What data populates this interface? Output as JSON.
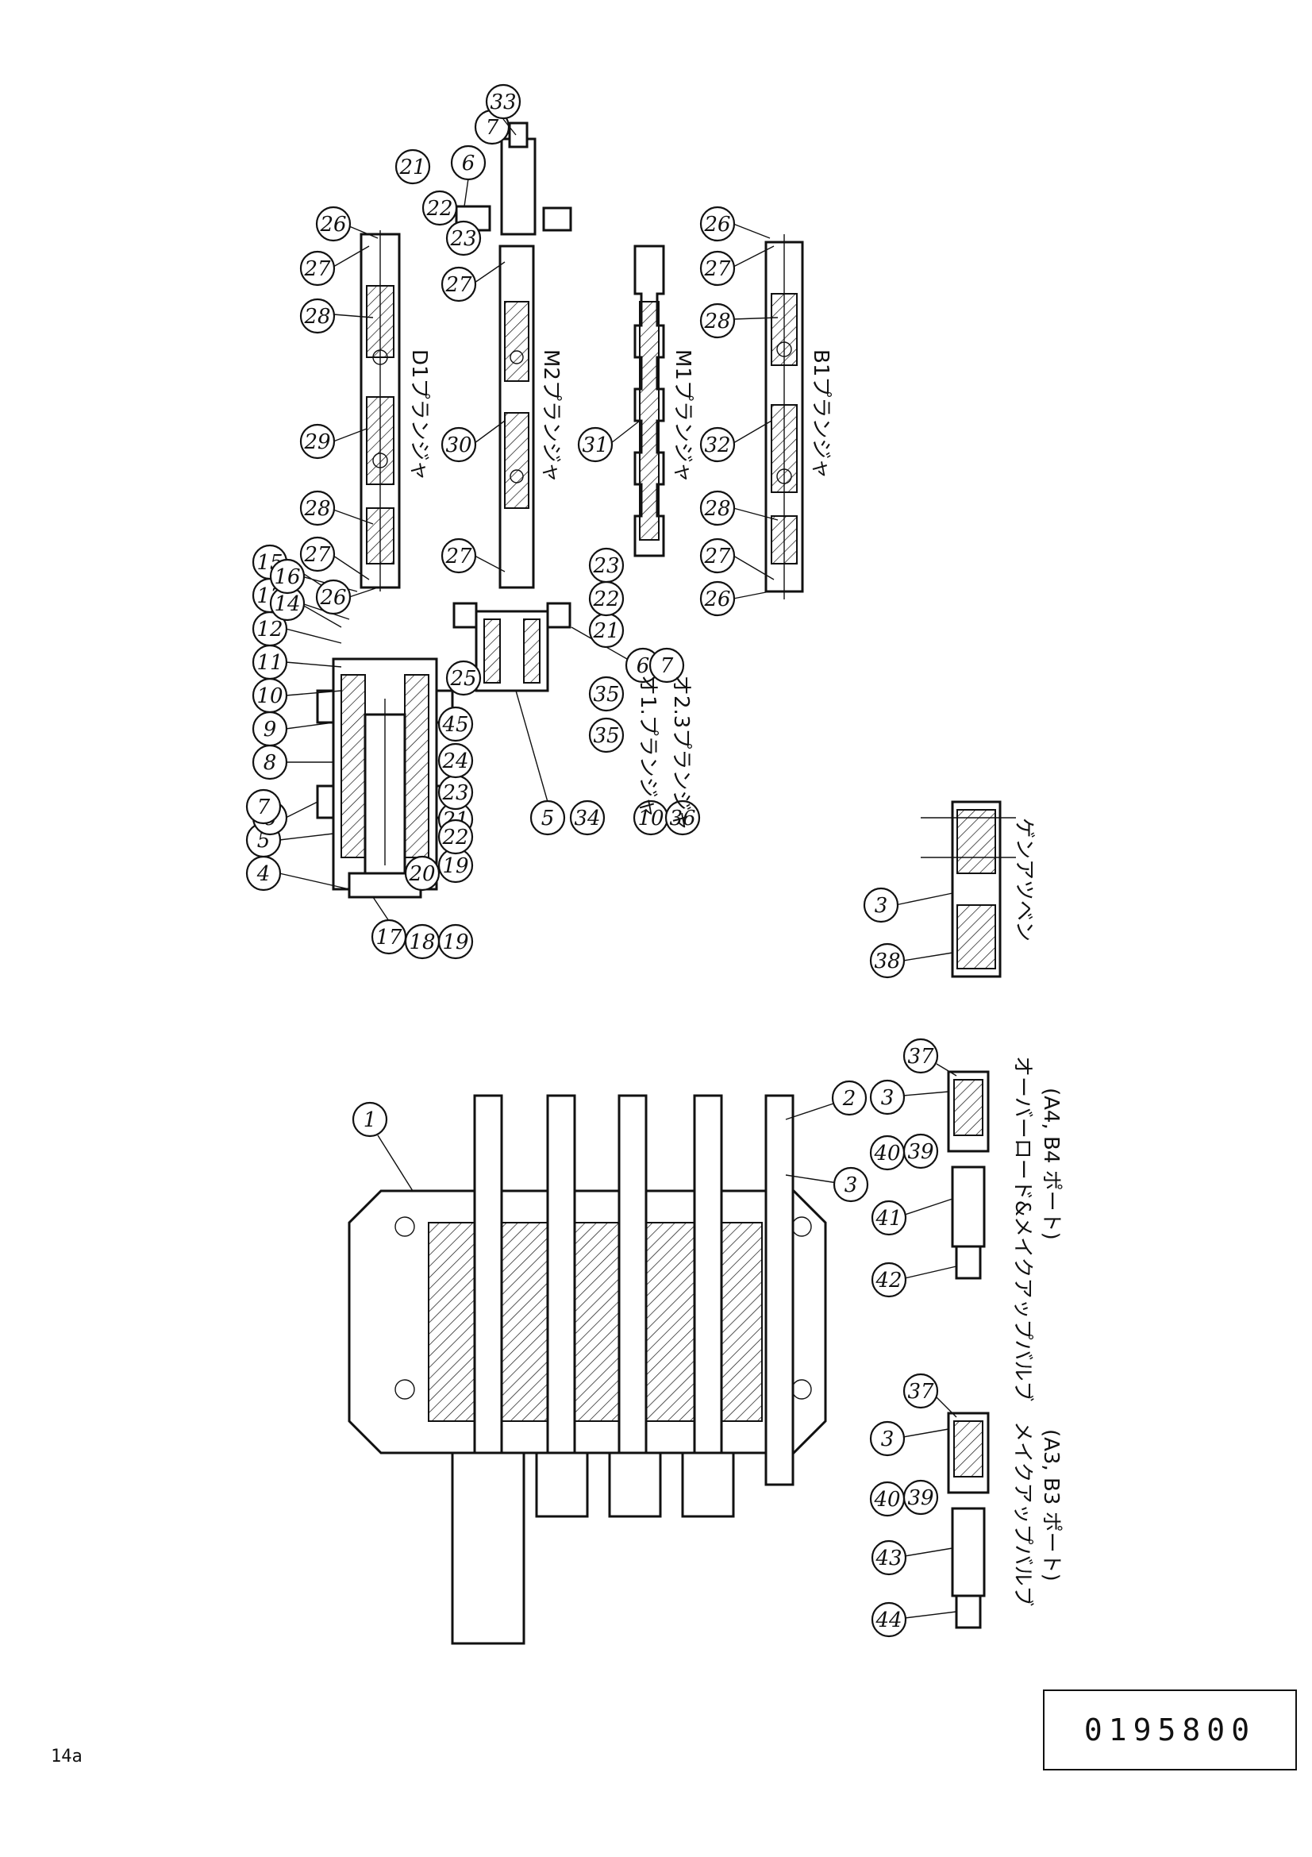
{
  "document_number": "0195800",
  "page_number": "14a",
  "part_callouts": [
    "1",
    "2",
    "3",
    "4",
    "5",
    "6",
    "7",
    "8",
    "9",
    "10",
    "11",
    "12",
    "13",
    "14",
    "15",
    "16",
    "17",
    "18",
    "19",
    "20",
    "21",
    "22",
    "23",
    "24",
    "25",
    "26",
    "27",
    "28",
    "29",
    "30",
    "31",
    "32",
    "33",
    "34",
    "35",
    "36",
    "37",
    "38",
    "39",
    "40",
    "41",
    "42",
    "43",
    "44",
    "45"
  ],
  "labels": {
    "d1_plunger": "D1プランジャ",
    "m2_plunger": "M2プランジャ",
    "m1_plunger": "M1プランジャ",
    "b1_plunger": "B1プランジャ",
    "first_plunger": "オ1.プランジャ",
    "second_third_plunger": "オ2.3プランジャ",
    "main_relief": "ゲンアツベン",
    "overload_valve": "オーバーロード&メイクアップバルブ",
    "overload_ports": "(A4, B4 ポート)",
    "makeup_valve": "メイクアップバルブ",
    "makeup_ports": "(A3, B3 ポート)"
  }
}
